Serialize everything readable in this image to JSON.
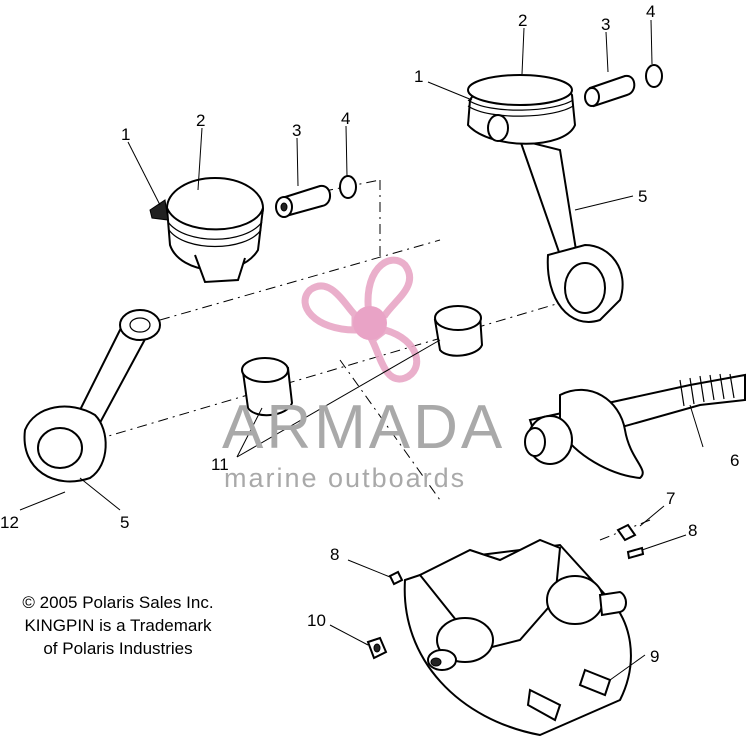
{
  "callouts": [
    {
      "id": "c1-left",
      "text": "1"
    },
    {
      "id": "c2-left",
      "text": "2"
    },
    {
      "id": "c3-left",
      "text": "3"
    },
    {
      "id": "c4-left",
      "text": "4"
    },
    {
      "id": "c1-right",
      "text": "1"
    },
    {
      "id": "c2-right",
      "text": "2"
    },
    {
      "id": "c3-right",
      "text": "3"
    },
    {
      "id": "c4-right",
      "text": "4"
    },
    {
      "id": "c5-right",
      "text": "5"
    },
    {
      "id": "c5-left",
      "text": "5"
    },
    {
      "id": "c6",
      "text": "6"
    },
    {
      "id": "c7",
      "text": "7"
    },
    {
      "id": "c8-right",
      "text": "8"
    },
    {
      "id": "c8-left",
      "text": "8"
    },
    {
      "id": "c9",
      "text": "9"
    },
    {
      "id": "c10",
      "text": "10"
    },
    {
      "id": "c11",
      "text": "11"
    },
    {
      "id": "c12",
      "text": "12"
    }
  ],
  "watermark": {
    "brand": "ARMADA",
    "tagline": "marine outboards",
    "logo_color": "#e8a7c6",
    "logo_center_color": "#e79ac0"
  },
  "copyright": {
    "line1": "© 2005 Polaris Sales Inc.",
    "line2": "KINGPIN is a Trademark",
    "line3": "of Polaris Industries"
  }
}
